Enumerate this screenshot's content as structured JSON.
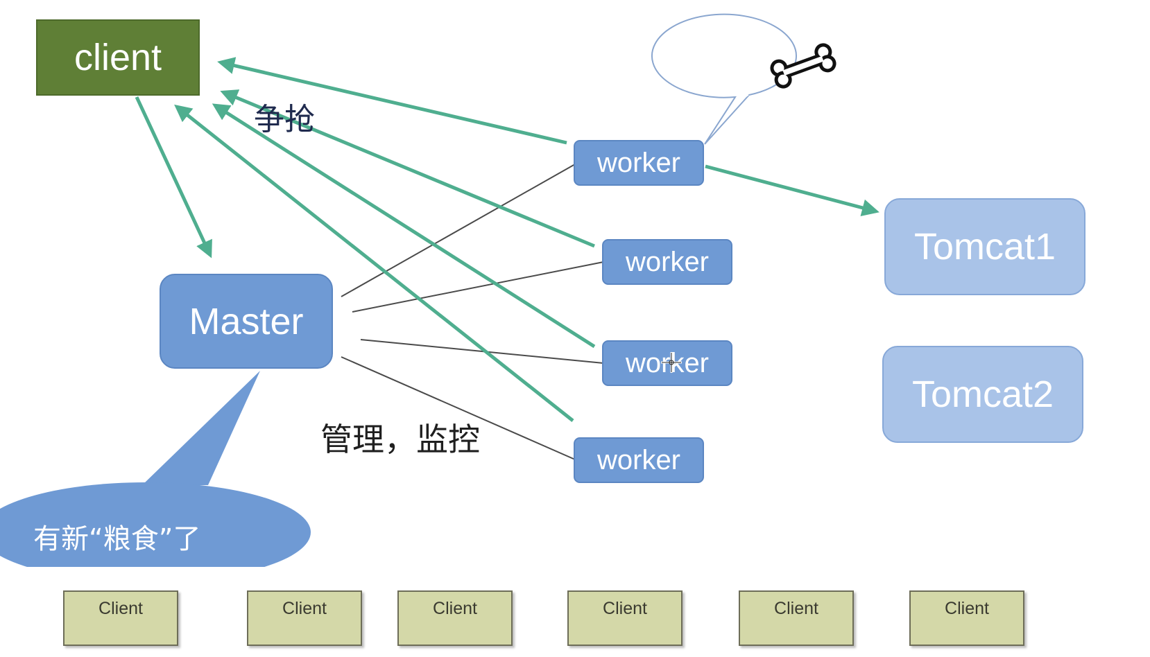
{
  "client_main": {
    "label": "client"
  },
  "master": {
    "label": "Master"
  },
  "workers": [
    {
      "label": "worker"
    },
    {
      "label": "worker"
    },
    {
      "label": "worker"
    },
    {
      "label": "worker"
    }
  ],
  "tomcats": [
    {
      "label": "Tomcat1"
    },
    {
      "label": "Tomcat2"
    }
  ],
  "annotations": {
    "compete": "争抢",
    "manage_monitor": "管理，监控",
    "new_food": "有新“粮食”了"
  },
  "bubble_icon": "bone-icon",
  "bottom_clients": [
    {
      "label": "Client"
    },
    {
      "label": "Client"
    },
    {
      "label": "Client"
    },
    {
      "label": "Client"
    },
    {
      "label": "Client"
    },
    {
      "label": "Client"
    }
  ],
  "colors": {
    "client_green": "#5f7f36",
    "node_blue": "#6f9ad4",
    "tomcat_blue": "#a9c3e8",
    "arrow_teal": "#4fae8f",
    "client_box": "#d4d8a8"
  }
}
